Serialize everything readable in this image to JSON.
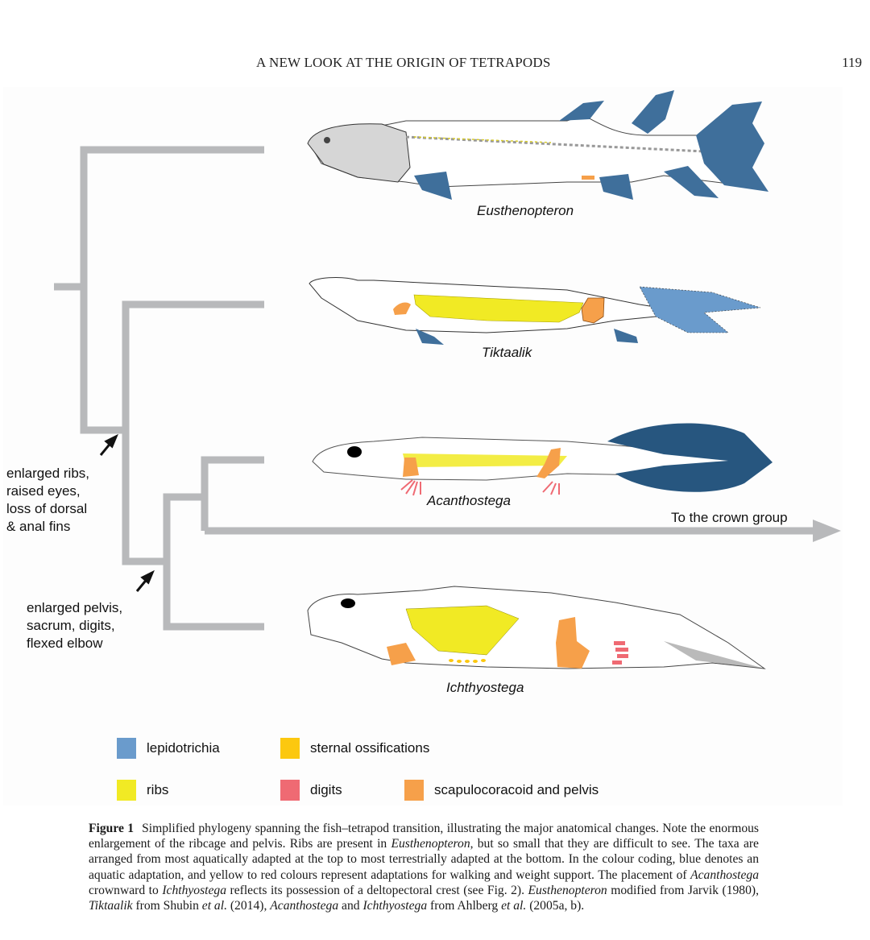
{
  "header": {
    "running_title": "A NEW LOOK AT THE ORIGIN OF TETRAPODS",
    "page_number": "119"
  },
  "figure": {
    "taxa": [
      {
        "name": "Eusthenopteron",
        "rank": 1,
        "adaptation": "most aquatic"
      },
      {
        "name": "Tiktaalik",
        "rank": 2
      },
      {
        "name": "Acanthostega",
        "rank": 3
      },
      {
        "name": "Ichthyostega",
        "rank": 4,
        "adaptation": "most terrestrial"
      }
    ],
    "annotations": {
      "node_1": "enlarged ribs,\nraised eyes,\nloss of dorsal\n& anal fins",
      "node_2": "enlarged pelvis,\nsacrum, digits,\nflexed elbow"
    },
    "crown_arrow_label": "To the crown group",
    "colors": {
      "tree_line": "#b8b9bb",
      "arrow": "#111111"
    },
    "legend": [
      {
        "label": "lepidotrichia",
        "color": "#6a9bcc"
      },
      {
        "label": "sternal ossifications",
        "color": "#fcc80f"
      },
      {
        "label": "ribs",
        "color": "#f1ea24"
      },
      {
        "label": "digits",
        "color": "#ef6a73"
      },
      {
        "label": "scapulocoracoid and pelvis",
        "color": "#f6a04a"
      }
    ]
  },
  "caption": {
    "label": "Figure 1",
    "s1": "Simplified phylogeny spanning the fish–tetrapod transition, illustrating the major anatomical changes. Note the enormous enlargement of the ribcage and pelvis. Ribs are present in ",
    "t1": "Eusthenopteron",
    "s2": ", but so small that they are difficult to see. The taxa are arranged from most aquatically adapted at the top to most terrestrially adapted at the bottom. In the colour coding, blue denotes an aquatic adaptation, and yellow to red colours represent adaptations for walking and weight support. The placement of ",
    "t2": "Acanthostega",
    "s3": " crownward to ",
    "t3": "Ichthyostega",
    "s4": " reflects its possession of a deltopectoral crest (see Fig. 2). ",
    "t4": "Eusthenopteron",
    "s5": " modified from Jarvik (1980), ",
    "t5": "Tiktaalik",
    "s6": " from Shubin ",
    "t6": "et al.",
    "s7": " (2014), ",
    "t7": "Acanthostega",
    "s8": " and ",
    "t8": "Ichthyostega",
    "s9": " from Ahlberg ",
    "t9": "et al.",
    "s10": " (2005a, b)."
  }
}
